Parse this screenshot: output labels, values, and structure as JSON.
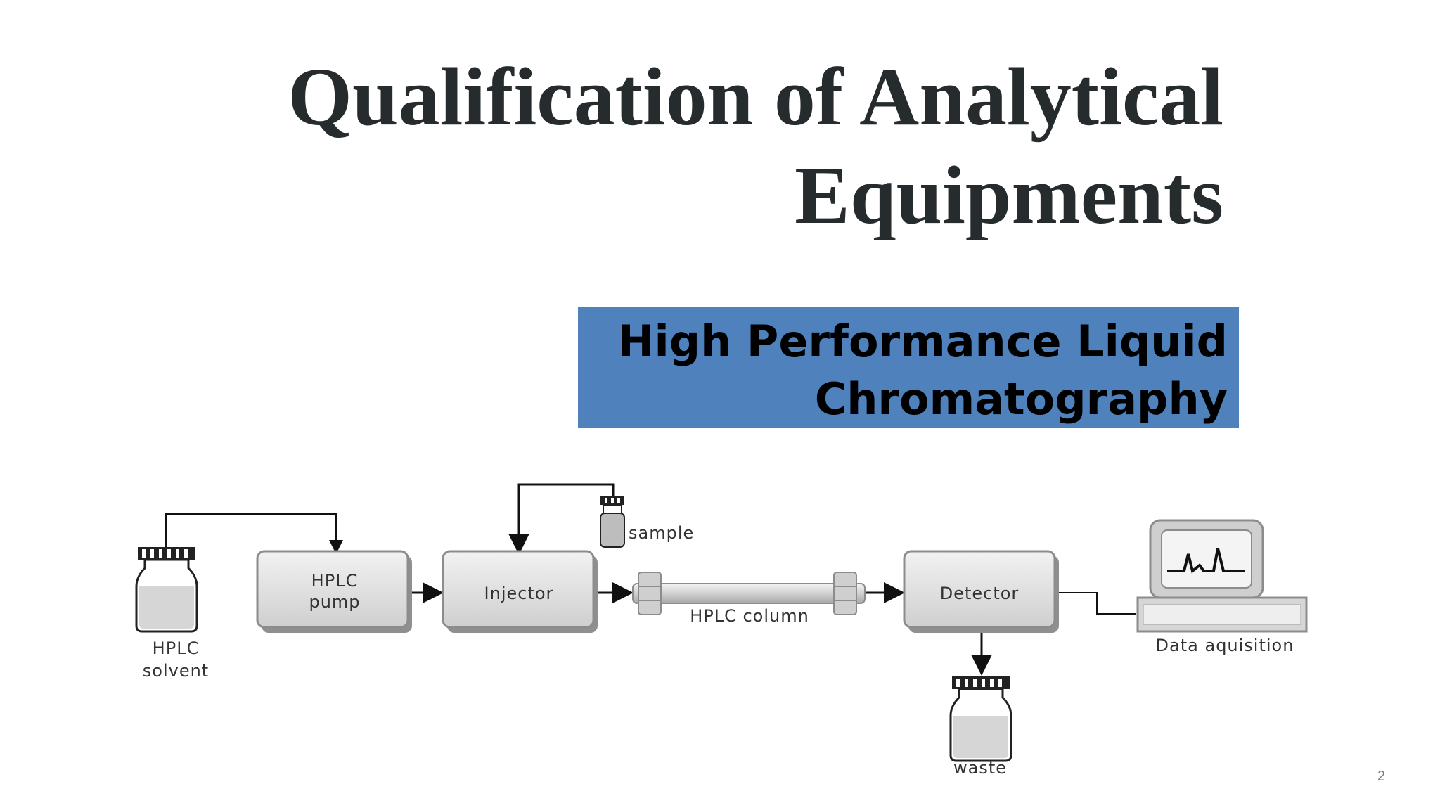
{
  "slide": {
    "title_line1": "Qualification of Analytical",
    "title_line2": "Equipments",
    "banner_line1": "High Performance Liquid",
    "banner_line2": "Chromatography",
    "page_number": "2"
  },
  "diagram": {
    "solvent_label_1": "HPLC",
    "solvent_label_2": "solvent",
    "pump_label_1": "HPLC",
    "pump_label_2": "pump",
    "injector_label": "Injector",
    "sample_label": "sample",
    "column_label": "HPLC column",
    "detector_label": "Detector",
    "waste_label": "waste",
    "data_label": "Data aquisition"
  },
  "colors": {
    "banner": "#4f81bd",
    "title": "#262b2e",
    "box_fill": "#d9d9d9",
    "box_stroke": "#8c8c8c"
  },
  "icons": [
    "solvent-bottle-icon",
    "sample-vial-icon",
    "waste-bottle-icon",
    "computer-monitor-icon"
  ]
}
